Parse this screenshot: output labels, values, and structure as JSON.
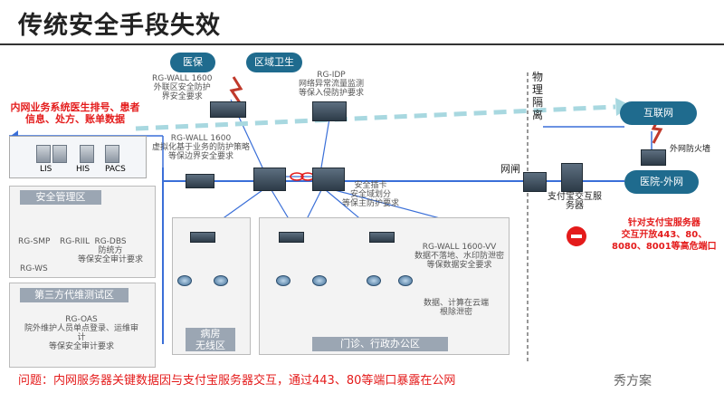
{
  "title": "传统安全手段失效",
  "clouds": {
    "yibao": "医保",
    "quyu": "区域卫生",
    "hulianwang": "互联网",
    "yiyuan": "医院-外网"
  },
  "notes": {
    "red_left": "内网业务系统医生排号、患者信息、处方、账单数据",
    "wall1": "RG-WALL 1600\n外联区安全防护\n界安全要求",
    "idp": "RG-IDP\n网络异常流量监测\n等保入侵防护要求",
    "wall2": "RG-WALL 1600\n虚拟化基于业务的防护策略\n等保边界安全要求",
    "core": "安全插卡\n安全域划分\n等保主防护要求",
    "vv": "RG-WALL 1600-VV\n数据不落地、水印防泄密\n等保数据安全要求",
    "cloud_calc": "数据、计算在云端\n根除泄密",
    "physical": "物\n理\n隔\n离",
    "wangzha": "网闸",
    "ext_fw": "外网防火墙",
    "alipay_server": "支付宝交互服\n务器",
    "red_right": "针对支付宝服务器\n交互开放443、80、\n8080、8001等高危端口"
  },
  "servers": [
    "LIS",
    "HIS",
    "PACS"
  ],
  "zones": {
    "mgmt": "安全管理区",
    "third": "第三方代维测试区",
    "ward": "病房\n无线区",
    "clinic": "门诊、行政办公区"
  },
  "mgmt_items": {
    "smp": "RG-SMP",
    "riil": "RG-RIIL",
    "ws": "RG-WS",
    "dbs": "RG-DBS\n防统方\n等保安全审计要求"
  },
  "third_text": "RG-OAS\n院外维护人员单点登录、运维审\n计\n等保安全审计要求",
  "footer": "问题：内网服务器关键数据因与支付宝服务器交互，通过443、80等端口暴露在公网",
  "logo": "秀方案",
  "colors": {
    "accent": "#e41b1b",
    "cloud": "#1f6b8e",
    "line": "#3a6fd8",
    "arrow": "#a8d8e0"
  }
}
